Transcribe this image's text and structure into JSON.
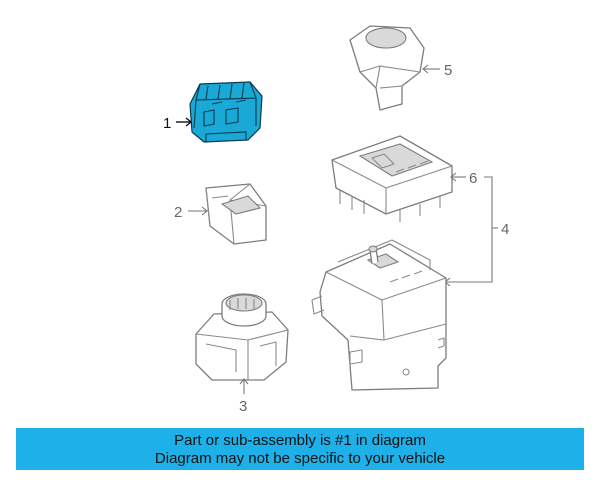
{
  "colors": {
    "banner_background": "#1eb0e8",
    "highlight_part": "#1aa9d6",
    "line_art": "#7d7d7d"
  },
  "callouts": {
    "part1": "1",
    "part2": "2",
    "part3": "3",
    "part4": "4",
    "part5": "5",
    "part6": "6"
  },
  "banner": {
    "line1": "Part or sub-assembly is #1 in diagram",
    "line2": "Diagram may not be specific to your vehicle"
  }
}
